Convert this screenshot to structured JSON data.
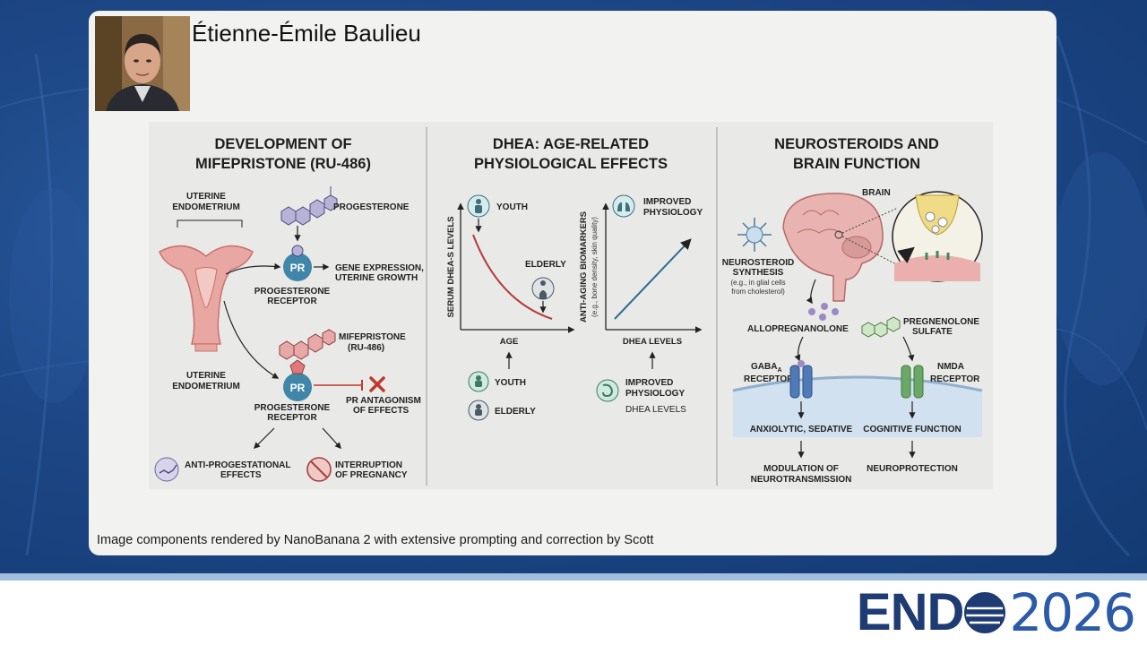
{
  "slide": {
    "speaker_name": "Étienne-Émile Baulieu",
    "caption": "Image components rendered by NanoBanana 2 with extensive prompting and correction by Scott"
  },
  "logo": {
    "brand": "END",
    "year": "2026",
    "brand_color": "#1f3b73",
    "year_color": "#2b5aa8"
  },
  "panel1": {
    "title_line1": "DEVELOPMENT OF",
    "title_line2": "MIFEPRISTONE (RU-486)",
    "uterine_top_1": "UTERINE",
    "uterine_top_2": "ENDOMETRIUM",
    "progesterone": "PROGESTERONE",
    "pr": "PR",
    "gene_expr_1": "GENE EXPRESSION,",
    "gene_expr_2": "UTERINE GROWTH",
    "prog_receptor_1": "PROGESTERONE",
    "prog_receptor_2": "RECEPTOR",
    "mife_1": "MIFEPRISTONE",
    "mife_2": "(RU-486)",
    "uterine_bottom_1": "UTERINE",
    "uterine_bottom_2": "ENDOMETRIUM",
    "antag_1": "PR ANTAGONISM",
    "antag_2": "OF EFFECTS",
    "anti_prog_1": "ANTI-PROGESTATIONAL",
    "anti_prog_2": "EFFECTS",
    "interrupt_1": "INTERRUPTION",
    "interrupt_2": "OF PREGNANCY"
  },
  "panel2": {
    "title_line1": "DHEA: AGE-RELATED",
    "title_line2": "PHYSIOLOGICAL EFFECTS",
    "youth": "YOUTH",
    "elderly": "ELDERLY",
    "ylabel_left": "SERUM DHEA-S LEVELS",
    "xlabel_left": "AGE",
    "improved_1": "IMPROVED",
    "improved_2": "PHYSIOLOGY",
    "ylabel_right": "ANTI-AGING BIOMARKERS",
    "ylabel_right_sub": "(e.g., bone density, skin quality)",
    "xlabel_right": "DHEA LEVELS",
    "legend_youth": "YOUTH",
    "legend_elderly": "ELDERLY",
    "legend_improved_1": "IMPROVED",
    "legend_improved_2": "PHYSIOLOGY",
    "legend_dhea": "DHEA LEVELS"
  },
  "panel3": {
    "title_line1": "NEUROSTEROIDS AND",
    "title_line2": "BRAIN FUNCTION",
    "brain": "BRAIN",
    "synth_1": "NEUROSTEROID",
    "synth_2": "SYNTHESIS",
    "synth_3": "(e.g., in glial cells",
    "synth_4": "from cholesterol)",
    "allo": "ALLOPREGNANOLONE",
    "preg_1": "PREGNENOLONE",
    "preg_2": "SULFATE",
    "gaba_1": "GABA",
    "gaba_sub": "A",
    "gaba_2": "RECEPTOR",
    "nmda_1": "NMDA",
    "nmda_2": "RECEPTOR",
    "anx": "ANXIOLYTIC, SEDATIVE",
    "cog": "COGNITIVE FUNCTION",
    "mod_1": "MODULATION OF",
    "mod_2": "NEUROTRANSMISSION",
    "neuroprot": "NEUROPROTECTION"
  }
}
